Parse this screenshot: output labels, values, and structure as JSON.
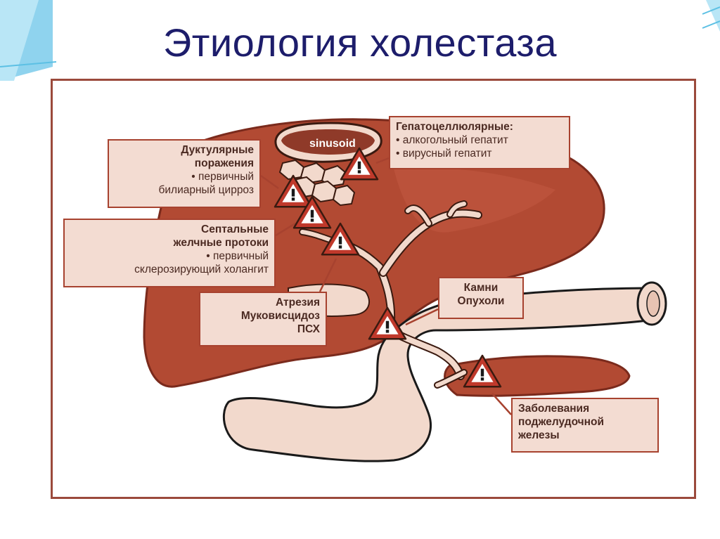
{
  "slide": {
    "title": "Этиология холестаза"
  },
  "diagram": {
    "sinusoid_label": "sinusoid",
    "callouts": {
      "hepatocellular": {
        "heading": "Гепатоцеллюлярные:",
        "items": [
          "• алкогольный гепатит",
          "• вирусный гепатит"
        ]
      },
      "ductular": {
        "heading_lines": [
          "Дуктулярные",
          "поражения"
        ],
        "items": [
          "• первичный",
          "билиарный цирроз"
        ]
      },
      "septal": {
        "heading_lines": [
          "Септальные",
          "желчные протоки"
        ],
        "items": [
          "• первичный",
          "склерозирующий холангит"
        ]
      },
      "atresia": {
        "lines": [
          "Атрезия",
          "Муковисцидоз",
          "ПСХ"
        ]
      },
      "stones": {
        "lines": [
          "Камни",
          "Опухоли"
        ]
      },
      "pancreas": {
        "lines": [
          "Заболевания",
          "поджелудочной",
          "железы"
        ]
      }
    },
    "colors": {
      "liver": "#b24a33",
      "liver_dark": "#7a2a1c",
      "duct_fill": "#f2d9cc",
      "label_fill": "#f3dcd2",
      "label_border": "#a7422f",
      "warning": "#c0392b",
      "title": "#1d1d6b"
    },
    "icons": [
      "warning-triangle-icon"
    ]
  }
}
